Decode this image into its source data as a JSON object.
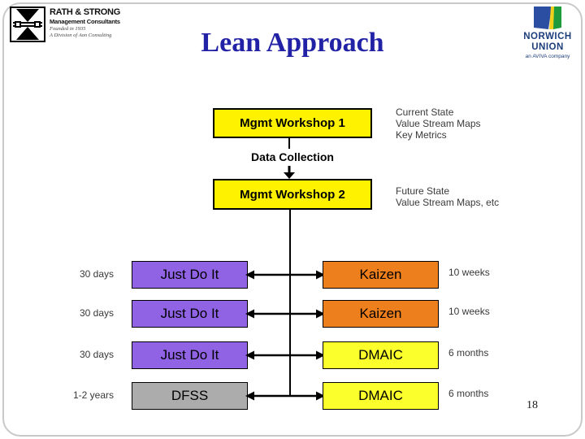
{
  "title": "Lean Approach",
  "page_number": "18",
  "logos": {
    "rath_strong": {
      "name": "RATH & STRONG",
      "subtitle": "Management Consultants",
      "line1": "Founded in 1935",
      "line2": "A Division of Aon Consulting"
    },
    "norwich_union": {
      "line1": "NORWICH",
      "line2": "UNION",
      "tagline": "an AVIVA company"
    }
  },
  "flow": {
    "workshop1_label": "Mgmt Workshop 1",
    "workshop1_note": "Current State\nValue Stream Maps\nKey Metrics",
    "data_collection_label": "Data Collection",
    "workshop2_label": "Mgmt Workshop 2",
    "workshop2_note": "Future State\nValue Stream Maps, etc"
  },
  "rows": [
    {
      "left_label": "30 days",
      "left_box": "Just Do It",
      "right_box": "Kaizen",
      "right_label": "10 weeks"
    },
    {
      "left_label": "30 days",
      "left_box": "Just Do It",
      "right_box": "Kaizen",
      "right_label": "10 weeks"
    },
    {
      "left_label": "30 days",
      "left_box": "Just Do It",
      "right_box": "DMAIC",
      "right_label": "6 months"
    },
    {
      "left_label": "1-2 years",
      "left_box": "DFSS",
      "right_box": "DMAIC",
      "right_label": "6 months"
    }
  ],
  "colors": {
    "workshop_yellow": "#fff200",
    "just_do_it_purple": "#8f63e3",
    "kaizen_orange": "#ee7f1d",
    "dmaic_yellow": "#fbff2b",
    "dfss_gray": "#acacac",
    "title_blue": "#2222a6"
  }
}
